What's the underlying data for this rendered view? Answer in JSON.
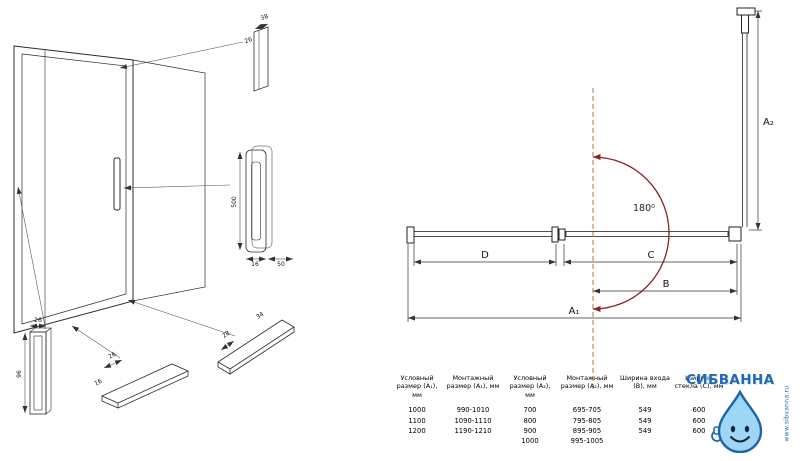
{
  "drawing": {
    "details": {
      "corner": {
        "d1": "38",
        "d2": "26"
      },
      "handle": {
        "len": "500",
        "w1": "16",
        "w2": "50"
      },
      "wall": {
        "w": "26",
        "h": "96"
      },
      "sill": {
        "w": "26",
        "h": "16"
      },
      "angle": {
        "w": "28",
        "h": "34"
      }
    }
  },
  "plan": {
    "labels": {
      "D": "D",
      "C": "C",
      "B": "B",
      "A1": "A₁",
      "A2": "A₂"
    },
    "angle_label": "180⁰"
  },
  "table": {
    "headers": [
      "Условный размер (A₁), мм",
      "Монтажный размер (A₁), мм",
      "Условный размер (A₂), мм",
      "Монтажный размер (A₂), мм",
      "Ширина входа (B), мм",
      "Ширина стекла (C), мм"
    ],
    "rows": [
      [
        "1000",
        "990-1010",
        "700",
        "695-705",
        "549",
        "600"
      ],
      [
        "1100",
        "1090-1110",
        "800",
        "795-805",
        "549",
        "600"
      ],
      [
        "1200",
        "1190-1210",
        "900",
        "895-905",
        "549",
        "600"
      ],
      [
        "",
        "",
        "1000",
        "995-1005",
        "",
        ""
      ]
    ]
  },
  "logo": {
    "brand": "СИБВАННА",
    "url": "www.sibvanna.ru"
  },
  "colors": {
    "accent_blue": "#2468b4",
    "arc_red": "#8b2222",
    "pivot_dash": "#b07a4e"
  }
}
